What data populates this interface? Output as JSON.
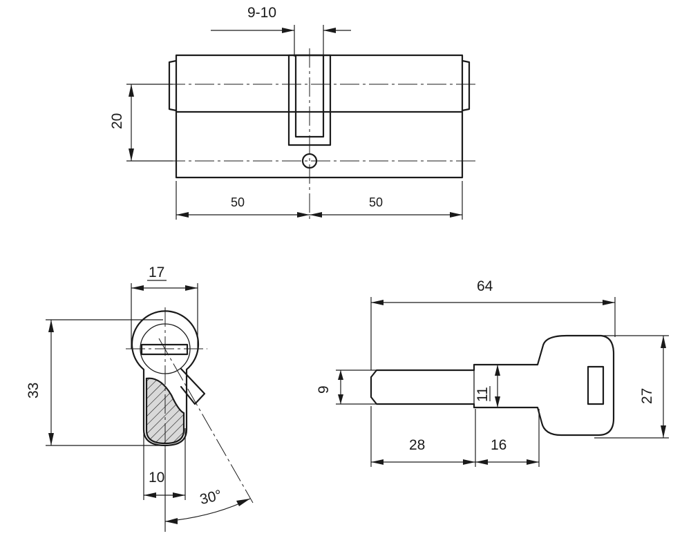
{
  "drawing": {
    "subject": "Double cylinder lock and key",
    "dimensions": {
      "cam_slot_width": "9-10",
      "cylinder_height": "20",
      "left_length": "50",
      "right_length": "50",
      "profile_width": "17",
      "profile_height": "33",
      "profile_bottom_width": "10",
      "cam_angle": "30°",
      "key_total_length": "64",
      "key_blade_height": "9",
      "key_step_height": "11",
      "key_blade_length": "28",
      "key_shoulder_length": "16",
      "key_head_height": "27"
    }
  }
}
